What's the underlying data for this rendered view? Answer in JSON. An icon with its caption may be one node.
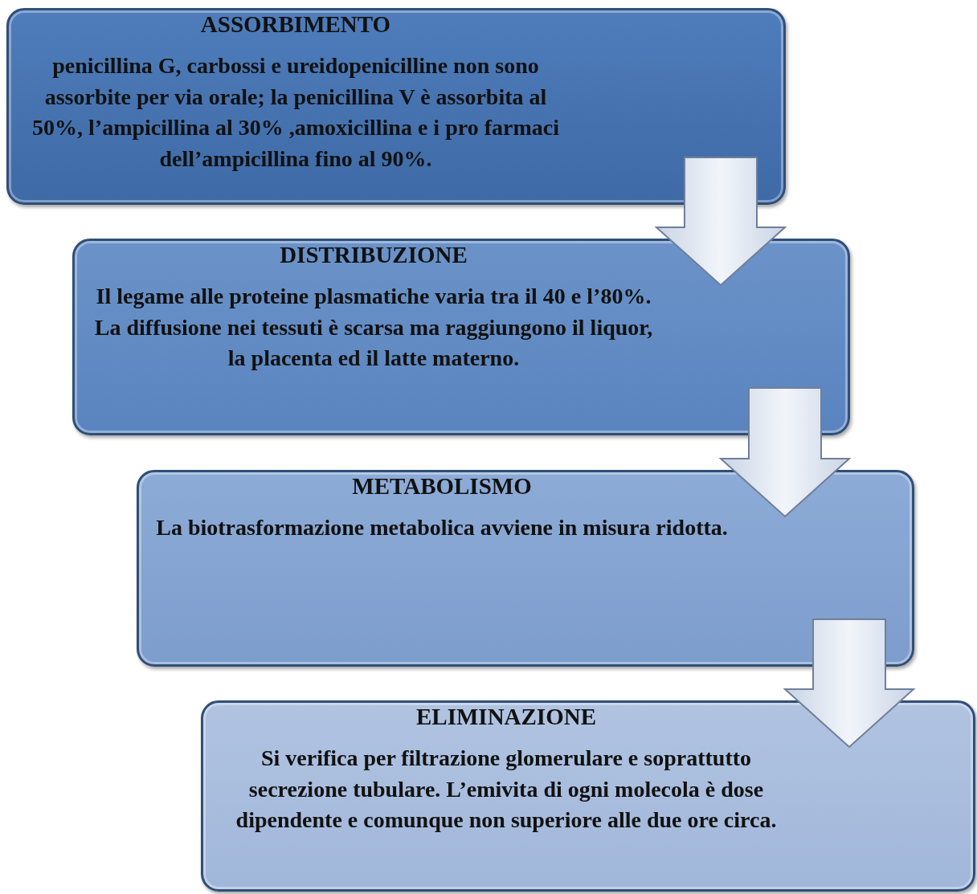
{
  "diagram": {
    "nodes": [
      {
        "text": [
          "ASSORBIMENTO",
          "penicillina G, carbossi e ureidopenicilline non sono assorbite per via orale; la penicillina V è assorbita al 50%, l’ampicillina al 30% ,amoxicillina e i pro farmaci dell’ampicillina fino al 90%."
        ]
      },
      {
        "text": [
          "DISTRIBUZIONE",
          "Il legame alle proteine plasmatiche varia tra il 40 e l’80%. La diffusione nei tessuti è scarsa ma raggiungono il liquor, la placenta ed il latte materno."
        ]
      },
      {
        "text": [
          "METABOLISMO",
          "La biotrasformazione metabolica avviene in misura ridotta."
        ]
      },
      {
        "text": [
          "ELIMINAZIONE",
          "Si verifica per filtrazione glomerulare e soprattutto secrezione tubulare. L’emivita di ogni molecola è dose dipendente e comunque non superiore alle due ore circa."
        ]
      }
    ],
    "edges": [
      {
        "from": 0,
        "to": 1,
        "arrow": "to"
      },
      {
        "from": 1,
        "to": 2,
        "arrow": "to"
      },
      {
        "from": 2,
        "to": 3,
        "arrow": "to"
      }
    ]
  }
}
